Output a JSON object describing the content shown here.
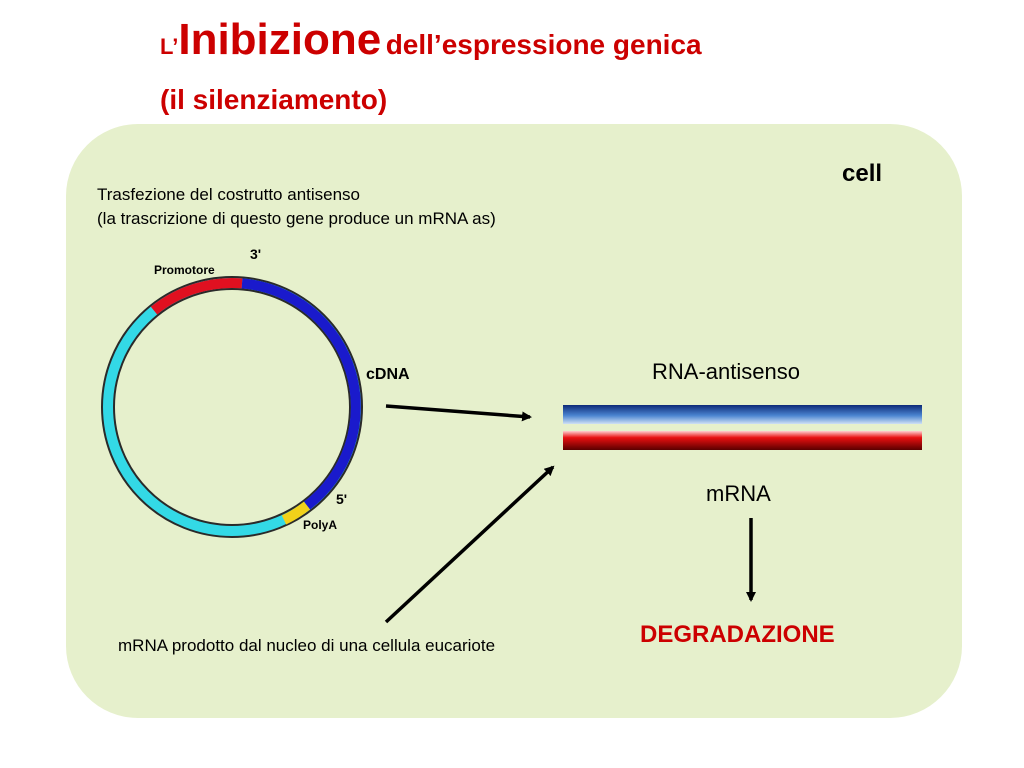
{
  "title": {
    "prefix": "L’",
    "main": "Inibizione",
    "rest": "dell’espressione genica",
    "subtitle": "(il silenziamento)"
  },
  "cell_label": "cell",
  "transfection": {
    "line1": "Trasfezione del costrutto antisenso",
    "line2": "(la trascrizione di questo gene produce un mRNA as)"
  },
  "plasmid": {
    "promoter": "Promotore",
    "three_prime": "3'",
    "cdna": "cDNA",
    "five_prime": "5'",
    "polya": "PolyA",
    "colors": {
      "backbone": "#33d9e6",
      "promoter": "#e01020",
      "cdna": "#1a1acc",
      "polya": "#f2d11a"
    }
  },
  "rna_antisense_label": "RNA-antisenso",
  "mrna_label": "mRNA",
  "degradation_label": "DEGRADAZIONE",
  "nuclear_mrna_text": "mRNA prodotto dal nucleo di una cellula eucariote",
  "colors": {
    "title": "#cc0000",
    "cell_background": "#e6f0cc",
    "antisense_strand": "#1a4fa0",
    "mrna_strand": "#cc0000"
  }
}
